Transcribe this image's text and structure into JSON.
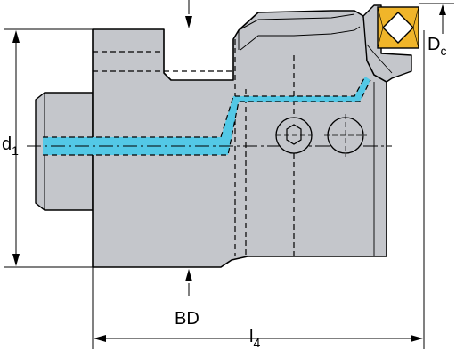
{
  "drawing": {
    "labels": {
      "d1_main": "d",
      "d1_sub": "1",
      "dc_main": "D",
      "dc_sub": "c",
      "bd": "BD",
      "l4_main": "l",
      "l4_sub": "4"
    },
    "colors": {
      "body": "#c4c6cb",
      "outline": "#000000",
      "coolant": "#53c8e6",
      "insert": "#f0b52a",
      "insert_face": "#d99a12",
      "background": "#ffffff"
    }
  }
}
